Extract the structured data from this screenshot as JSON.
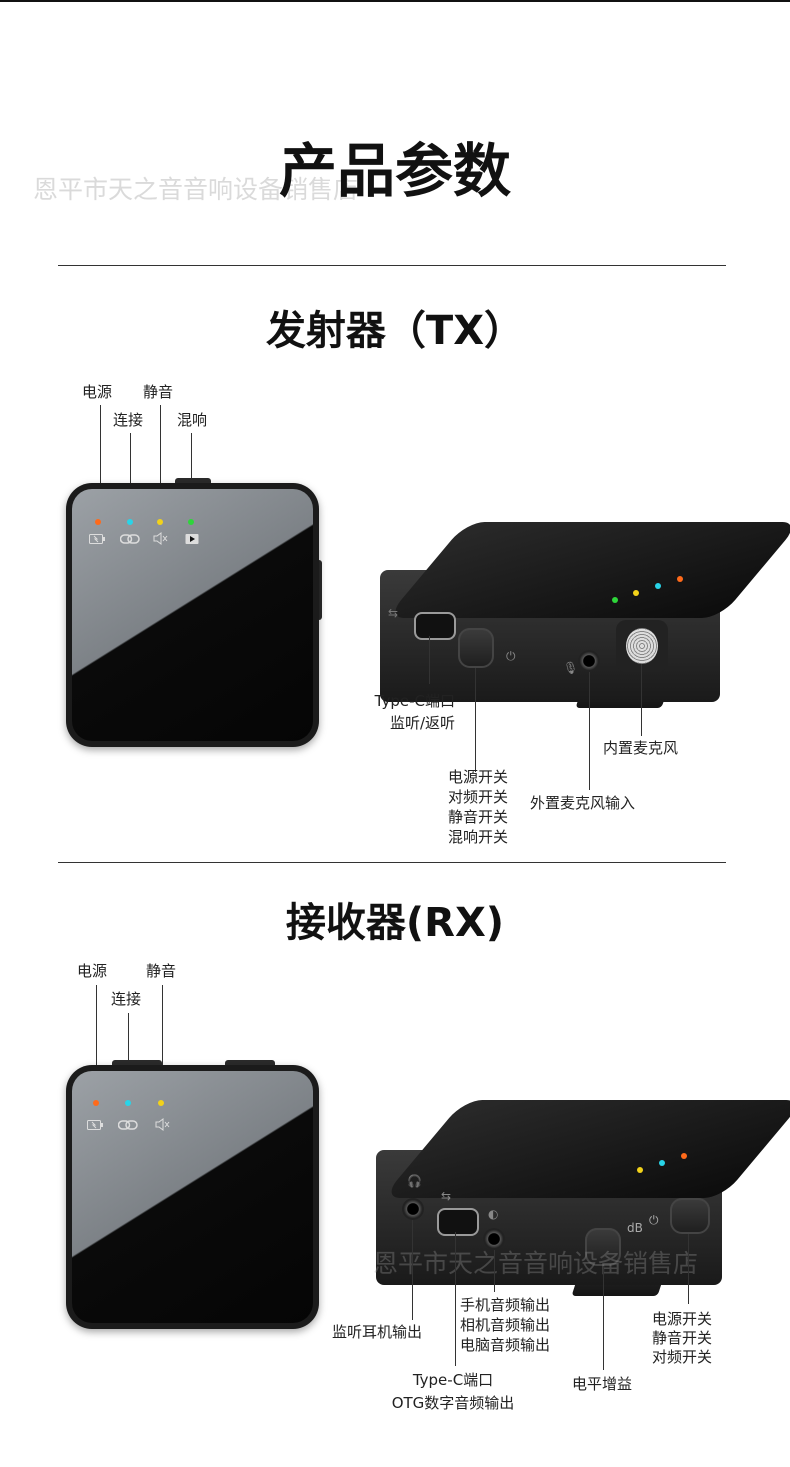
{
  "watermark_top": "恩平市天之音音响设备销售店",
  "watermark_bottom": "恩平市天之音音响设备销售店",
  "page_title": "产品参数",
  "tx": {
    "heading": "发射器（TX）",
    "top_labels": {
      "power": "电源",
      "mute": "静音",
      "connect": "连接",
      "mix": "混响"
    },
    "port_label": [
      "Type-C端口",
      "监听/返听"
    ],
    "button_label": [
      "电源开关",
      "对频开关",
      "静音开关",
      "混响开关"
    ],
    "mic_in_label": "外置麦克风输入",
    "builtin_mic_label": "内置麦克风"
  },
  "rx": {
    "heading": "接收器(RX)",
    "top_labels": {
      "power": "电源",
      "mute": "静音",
      "connect": "连接"
    },
    "headphone_label": "监听耳机输出",
    "typec_label": [
      "Type-C端口",
      "OTG数字音频输出"
    ],
    "audio_out_label": [
      "手机音频输出",
      "相机音频输出",
      "电脑音频输出"
    ],
    "gain_label": "电平增益",
    "switch_label": [
      "电源开关",
      "静音开关",
      "对频开关"
    ],
    "db_text": "dB"
  },
  "icons": {
    "battery": "battery-icon",
    "link": "link-icon",
    "mute": "speaker-mute-icon",
    "mix": "play-icon",
    "power": "power-icon",
    "usb": "usb-icon",
    "mic": "mic-icon",
    "headphone": "headphone-icon"
  },
  "colors": {
    "power_led": "#ff6a1a",
    "connect_led": "#28d4e8",
    "mute_led": "#f2d21a",
    "mix_led": "#2ed63a"
  }
}
